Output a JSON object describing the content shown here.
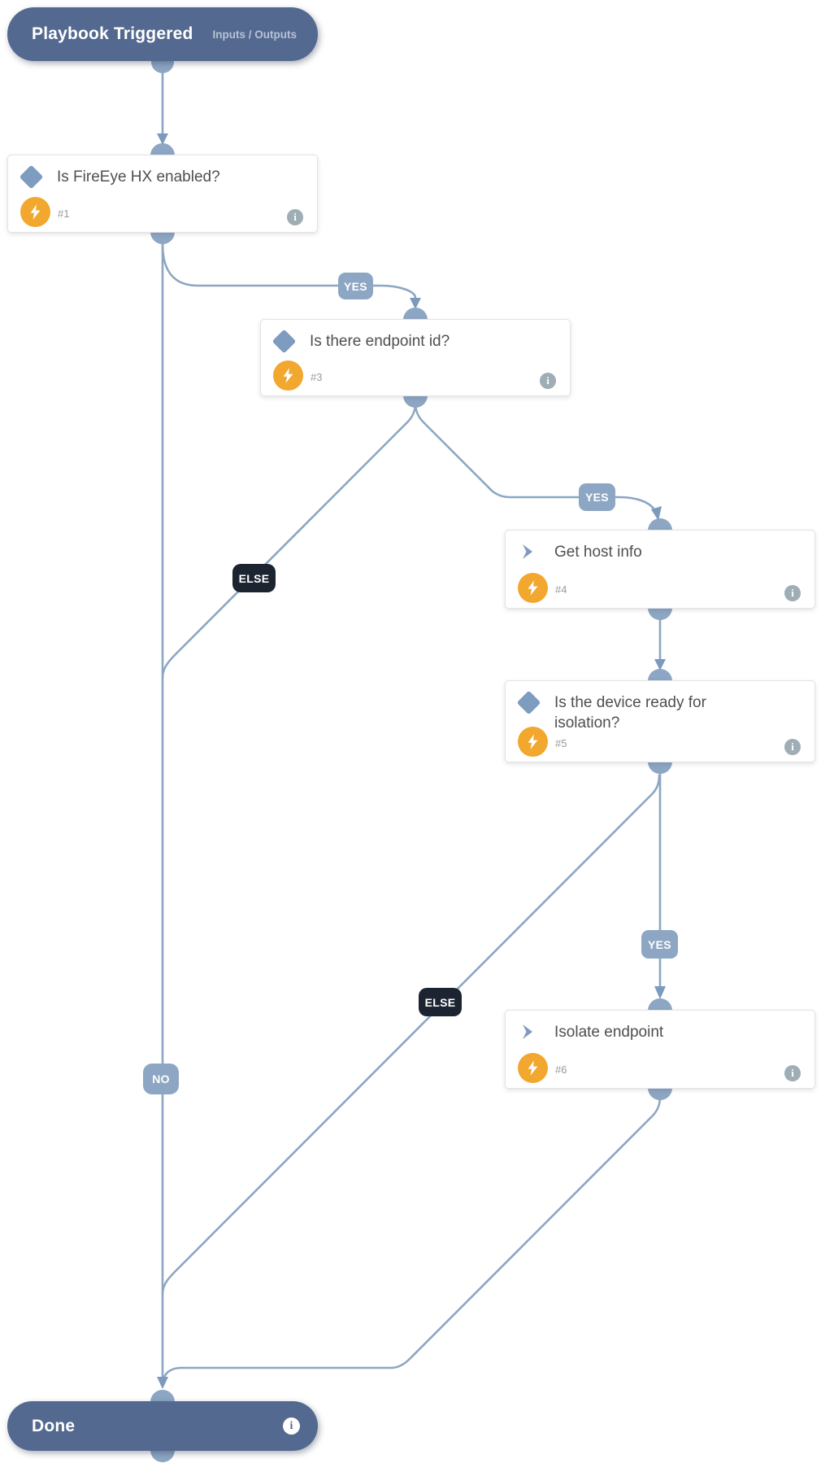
{
  "header": {
    "title": "Playbook Triggered",
    "link_label": "Inputs / Outputs"
  },
  "footer": {
    "title": "Done"
  },
  "nodes": [
    {
      "number": "#1",
      "title": "Is FireEye HX enabled?",
      "type": "condition",
      "shape_icon": "condition-diamond-icon",
      "action_icon": "lightning-bolt-icon"
    },
    {
      "number": "#3",
      "title": "Is there endpoint id?",
      "type": "condition",
      "shape_icon": "condition-diamond-icon",
      "action_icon": "lightning-bolt-icon"
    },
    {
      "number": "#4",
      "title": "Get host info",
      "type": "task",
      "shape_icon": "task-chevron-icon",
      "action_icon": "lightning-bolt-icon"
    },
    {
      "number": "#5",
      "title": "Is the device ready for isolation?",
      "type": "condition",
      "shape_icon": "condition-diamond-icon",
      "action_icon": "lightning-bolt-icon"
    },
    {
      "number": "#6",
      "title": "Isolate endpoint",
      "type": "task",
      "shape_icon": "task-chevron-icon",
      "action_icon": "lightning-bolt-icon"
    }
  ],
  "edge_labels": {
    "yes": "YES",
    "no": "NO",
    "else": "ELSE"
  },
  "icons": {
    "info_glyph": "i"
  },
  "colors": {
    "edge": "#8CA6C3",
    "pill": "#54698F",
    "else_badge": "#1B2430",
    "bolt": "#F2A72E",
    "icon_blue": "#7E9BC0",
    "title_text": "#4F4F4F",
    "number_text": "#9A9A9A",
    "info_icon": "#9FADB5"
  }
}
